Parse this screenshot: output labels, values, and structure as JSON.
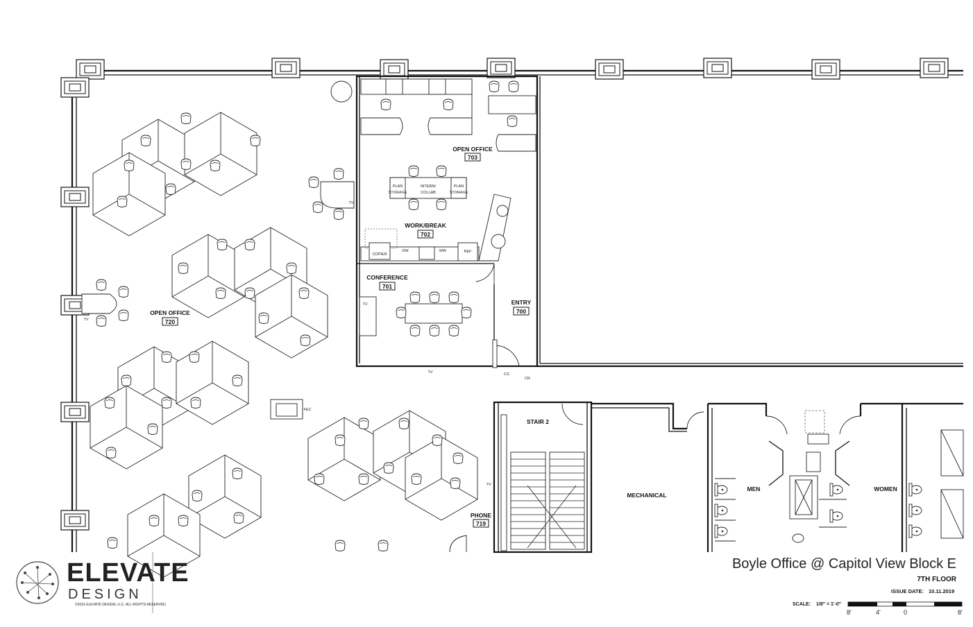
{
  "rooms": {
    "open_office_703": {
      "name": "OPEN OFFICE",
      "number": "703"
    },
    "work_break_702": {
      "name": "WORK/BREAK",
      "number": "702"
    },
    "conference_701": {
      "name": "CONFERENCE",
      "number": "701"
    },
    "entry_700": {
      "name": "ENTRY",
      "number": "700"
    },
    "open_office_720": {
      "name": "OPEN OFFICE",
      "number": "720"
    },
    "phone_719": {
      "name": "PHONE",
      "number": "719"
    },
    "stair_2": {
      "name": "STAIR 2"
    },
    "mechanical": {
      "name": "MECHANICAL"
    },
    "men": {
      "name": "MEN"
    },
    "women": {
      "name": "WOMEN"
    }
  },
  "fixtures": {
    "plan_storage_left": [
      "PLAN",
      "STORAGE"
    ],
    "intern_collab": [
      "INTERN/",
      "COLLAB"
    ],
    "plan_storage_right": [
      "PLAN",
      "STORAGE"
    ],
    "copier": "COPIER",
    "dw": "DW",
    "mw": "MW",
    "tv": "TV",
    "fec": "FEC",
    "cs": "CS",
    "cr": "CR",
    "ref": "REF"
  },
  "title_block": {
    "logo_word": "ELEVATE",
    "logo_sub": "DESIGN",
    "copyright": "©2016 ELEVATE DESIGN, LLC. ALL RIGHTS RESERVED.",
    "project": "Boyle Office @ Capitol View Block E",
    "floor": "7TH FLOOR",
    "issue_label": "ISSUE DATE:",
    "issue_date": "10.11.2019",
    "scale_label": "SCALE:",
    "scale_value": "1/8\" = 1'-0\"",
    "scale_ticks": [
      "8'",
      "4'",
      "0",
      "8'"
    ]
  }
}
